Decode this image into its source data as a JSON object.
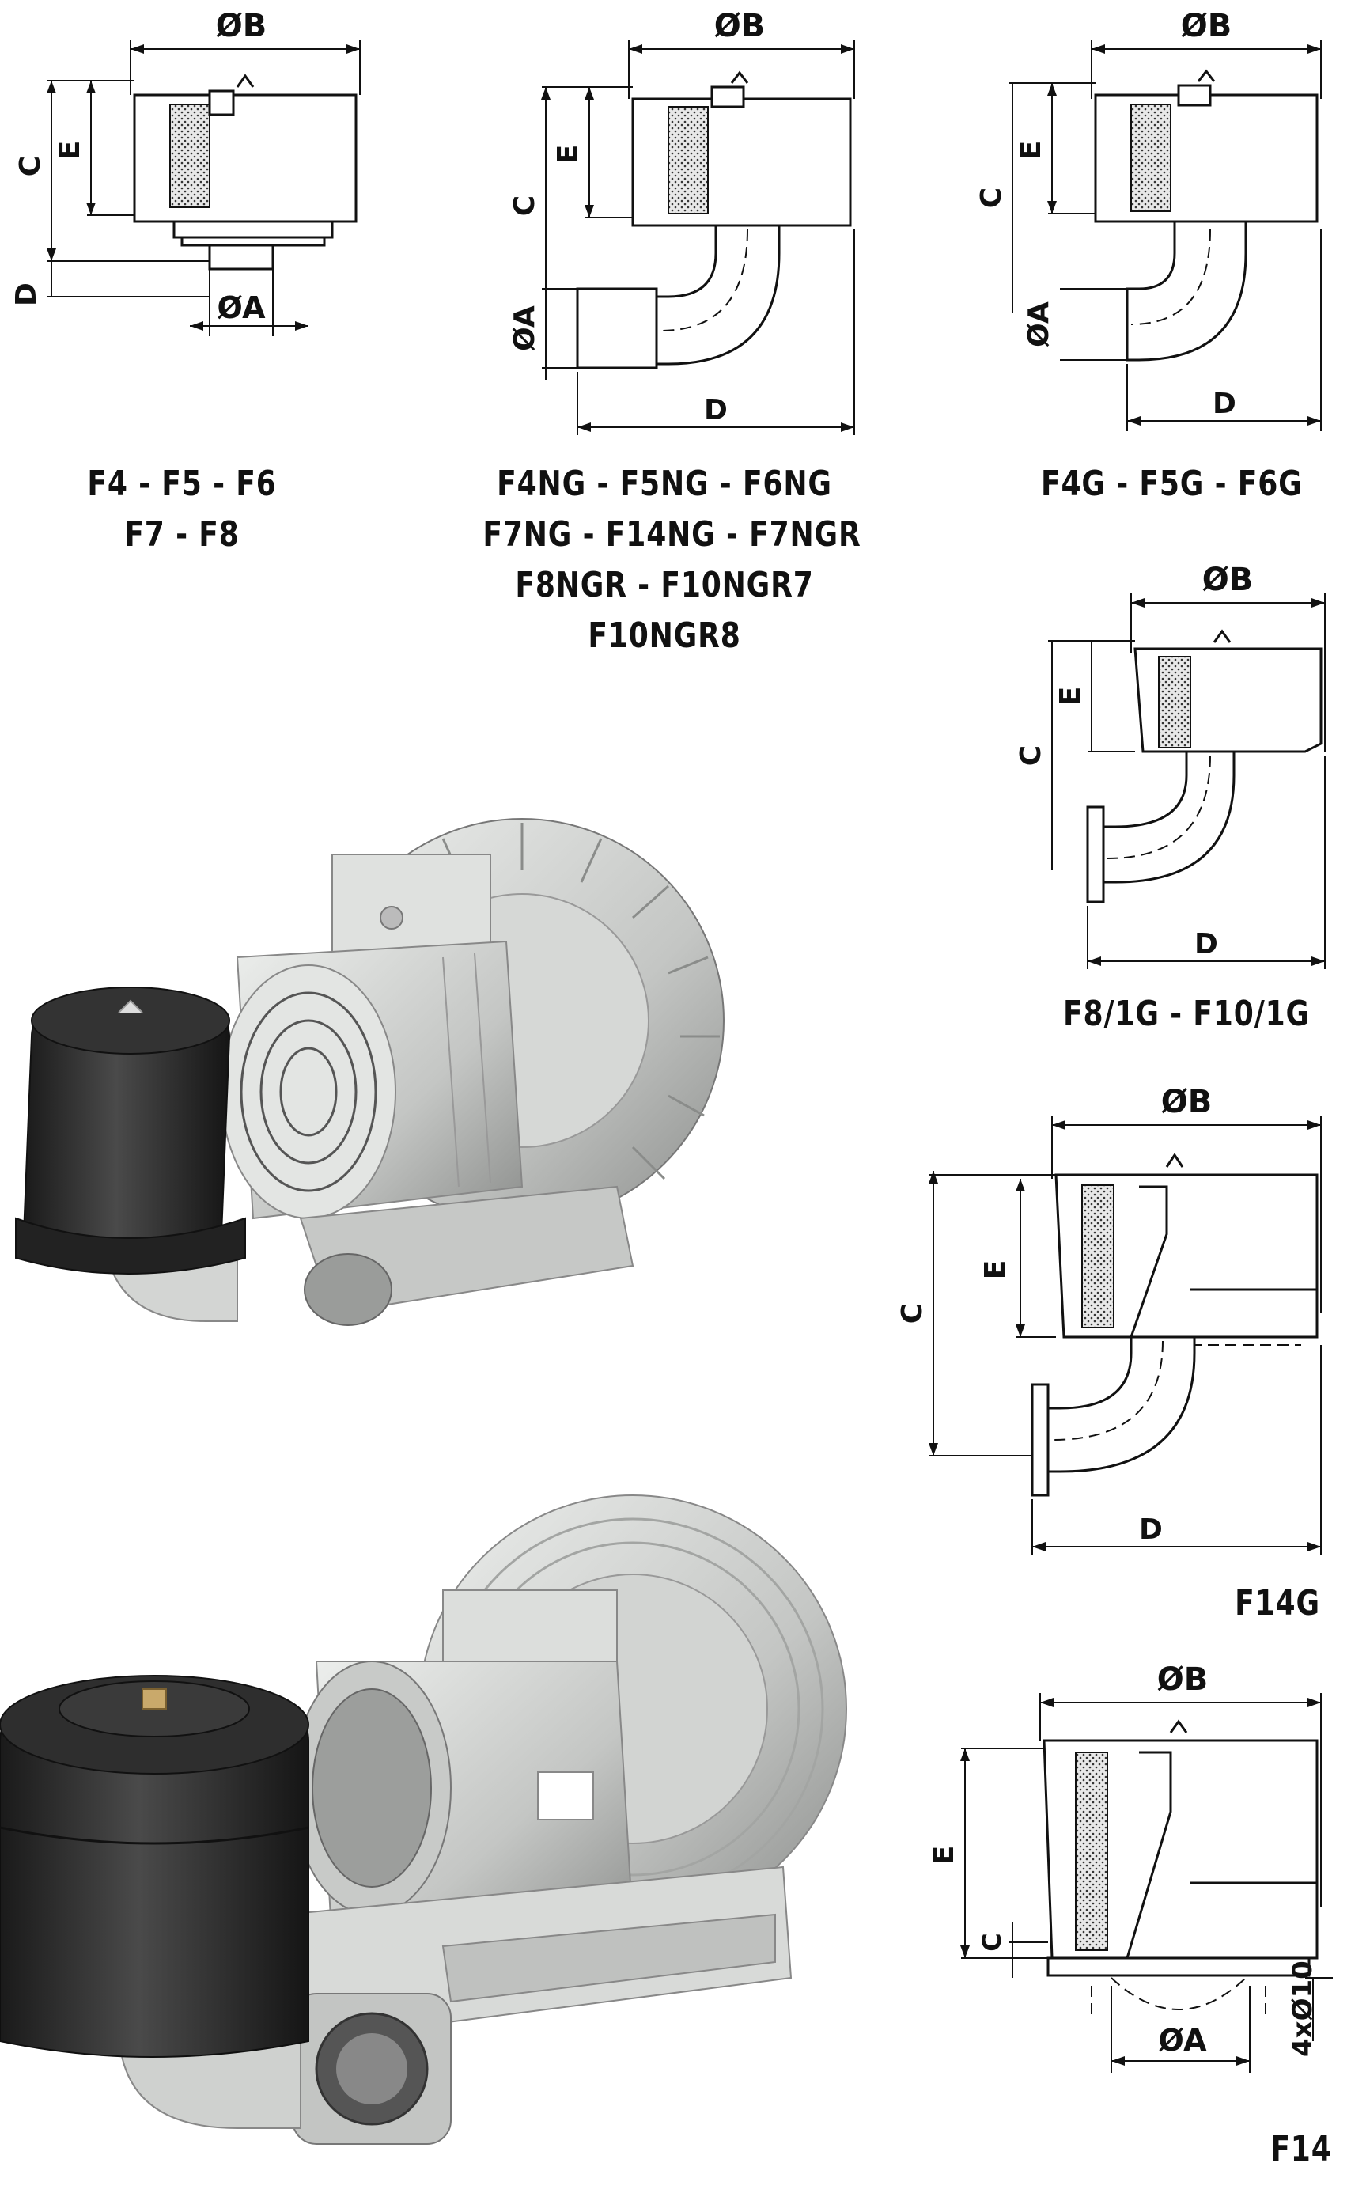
{
  "dimension_labels": {
    "dia_b": "ØB",
    "dia_a": "ØA",
    "c": "C",
    "d": "D",
    "e": "E",
    "holes": "4xØ10"
  },
  "captions": {
    "f4": [
      "F4 - F5 - F6",
      "F7 - F8"
    ],
    "f4ng": [
      "F4NG - F5NG - F6NG",
      "F7NG - F14NG - F7NGR",
      "F8NGR - F10NGR7",
      "F10NGR8"
    ],
    "f4g": [
      "F4G - F5G - F6G"
    ],
    "f8_1g": [
      "F8/1G - F10/1G"
    ],
    "f14g": [
      "F14G"
    ],
    "f14": [
      "F14"
    ]
  },
  "colors": {
    "ink": "#111111",
    "paper": "#ffffff",
    "filter_dark": "#2a2a2a",
    "blower_grey": "#c9cbc9"
  }
}
